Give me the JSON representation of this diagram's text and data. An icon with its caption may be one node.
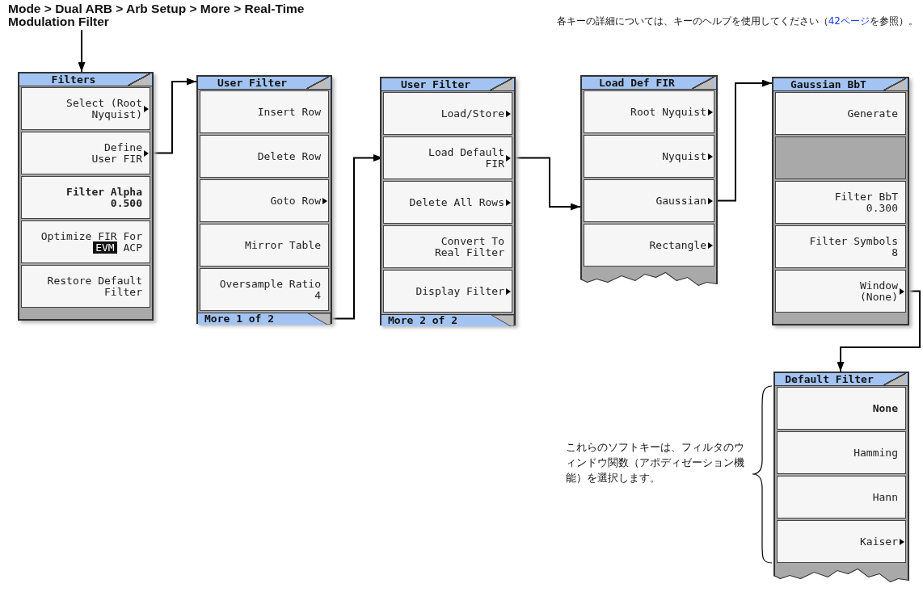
{
  "diagram": {
    "nodes": [
      {
        "text": [
          "Mode > Dual ARB > Arb Setup > More > Real-Time Modulation Filter"
        ]
      },
      {
        "text": [
          "Filters"
        ]
      },
      {
        "text": [
          "Select (Root Nyquist)"
        ],
        "in": 1
      },
      {
        "text": [
          "Define User FIR"
        ],
        "in": 1
      },
      {
        "text": [
          "Filter Alpha 0.500"
        ],
        "in": 1
      },
      {
        "text": [
          "Optimize FIR For",
          "EVM",
          "ACP"
        ],
        "in": 1
      },
      {
        "text": [
          "Restore Default Filter"
        ],
        "in": 1
      },
      {
        "text": [
          "User Filter"
        ]
      },
      {
        "text": [
          "Insert Row"
        ],
        "in": 7
      },
      {
        "text": [
          "Delete Row"
        ],
        "in": 7
      },
      {
        "text": [
          "Goto Row"
        ],
        "in": 7
      },
      {
        "text": [
          "Mirror Table"
        ],
        "in": 7
      },
      {
        "text": [
          "Oversample Ratio 4"
        ],
        "in": 7
      },
      {
        "text": [
          "More 1 of 2"
        ],
        "in": 7
      },
      {
        "text": [
          "User Filter"
        ]
      },
      {
        "text": [
          "Load/Store"
        ],
        "in": 14
      },
      {
        "text": [
          "Load Default FIR"
        ],
        "in": 14
      },
      {
        "text": [
          "Delete All Rows"
        ],
        "in": 14
      },
      {
        "text": [
          "Convert To Real Filter"
        ],
        "in": 14
      },
      {
        "text": [
          "Display Filter"
        ],
        "in": 14
      },
      {
        "text": [
          "More 2 of 2"
        ],
        "in": 14
      },
      {
        "text": [
          "Load Def FIR"
        ]
      },
      {
        "text": [
          "Root Nyquist"
        ],
        "in": 21
      },
      {
        "text": [
          "Nyquist"
        ],
        "in": 21
      },
      {
        "text": [
          "Gaussian"
        ],
        "in": 21
      },
      {
        "text": [
          "Rectangle"
        ],
        "in": 21
      },
      {
        "text": [
          "Gaussian BbT"
        ]
      },
      {
        "text": [
          "Generate"
        ],
        "in": 26
      },
      {
        "text": [],
        "shape": "box",
        "in": 26
      },
      {
        "text": [
          "Filter BbT 0.300"
        ],
        "in": 26
      },
      {
        "text": [
          "Filter Symbols 8"
        ],
        "in": 26
      },
      {
        "text": [
          "Window (None)"
        ],
        "in": 26
      },
      {
        "text": [
          "Default Filter"
        ]
      },
      {
        "text": [
          "None"
        ],
        "in": 32
      },
      {
        "text": [
          "Hamming"
        ],
        "in": 32
      },
      {
        "text": [
          "Hann"
        ],
        "in": 32
      },
      {
        "text": [
          "Kaiser"
        ],
        "in": 32
      }
    ],
    "edges": [
      {
        "from": 0,
        "to": 1,
        "arrow": "to"
      },
      {
        "from": 3,
        "to": 7,
        "arrow": "to"
      },
      {
        "from": 13,
        "to": 16,
        "arrow": "to"
      },
      {
        "from": 16,
        "to": 21,
        "arrow": "to"
      },
      {
        "from": 24,
        "to": 26,
        "arrow": "to"
      },
      {
        "from": 31,
        "to": 32,
        "arrow": "to"
      }
    ],
    "labels": [
      "各キーの詳細については、キーのヘルプを使用してください（",
      "42ページ",
      "を参照）。",
      "これらのソフトキーは、フィルタのウィンドウ関数（アポディゼーション機能）を選択します。"
    ]
  }
}
